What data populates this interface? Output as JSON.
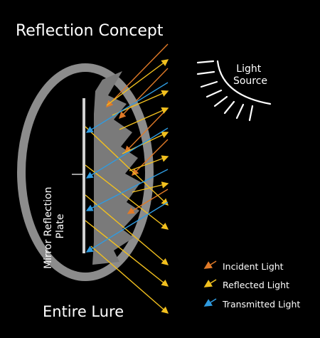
{
  "title": "Reflection Concept",
  "subtitle": "Entire Lure",
  "light_source": {
    "line1": "Light",
    "line2": "Source"
  },
  "plate_label": {
    "line1": "Mirror Reflection",
    "line2": "Plate"
  },
  "legend": [
    {
      "label": "Incident Light",
      "color": "#E07A28"
    },
    {
      "label": "Reflected Light",
      "color": "#F2C01E"
    },
    {
      "label": "Transmitted Light",
      "color": "#2F9BE0"
    }
  ],
  "colors": {
    "background": "#000000",
    "lure_outline": "#8C8C8C",
    "lure_fill": "#7A7A7A",
    "plate": "#D0D0D0",
    "incident": "#E07A28",
    "reflected": "#F2C01E",
    "transmitted": "#2F9BE0",
    "text": "#FFFFFF"
  }
}
